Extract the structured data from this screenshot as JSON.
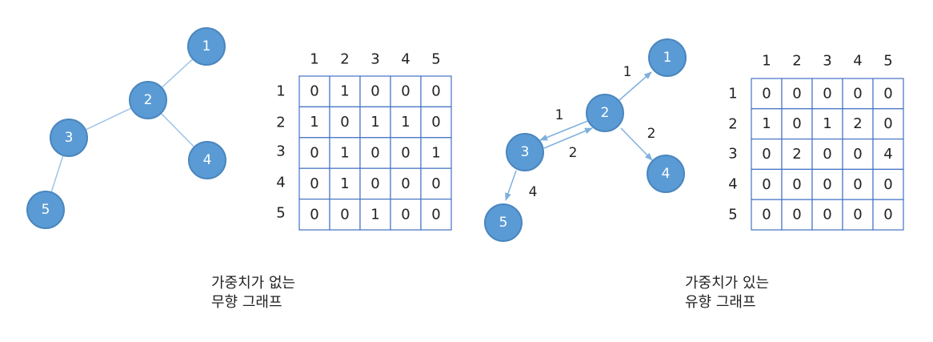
{
  "undirected": {
    "nodes": [
      "1",
      "2",
      "3",
      "4",
      "5"
    ],
    "edges": [
      [
        "1",
        "2"
      ],
      [
        "2",
        "3"
      ],
      [
        "2",
        "4"
      ],
      [
        "3",
        "5"
      ]
    ],
    "matrix": {
      "col_headers": [
        "1",
        "2",
        "3",
        "4",
        "5"
      ],
      "row_headers": [
        "1",
        "2",
        "3",
        "4",
        "5"
      ],
      "rows": [
        [
          "0",
          "1",
          "0",
          "0",
          "0"
        ],
        [
          "1",
          "0",
          "1",
          "1",
          "0"
        ],
        [
          "0",
          "1",
          "0",
          "0",
          "1"
        ],
        [
          "0",
          "1",
          "0",
          "0",
          "0"
        ],
        [
          "0",
          "0",
          "1",
          "0",
          "0"
        ]
      ]
    },
    "caption_line1": "가중치가 없는",
    "caption_line2": "무향 그래프"
  },
  "directed": {
    "nodes": [
      "1",
      "2",
      "3",
      "4",
      "5"
    ],
    "edges": [
      {
        "from": "2",
        "to": "1",
        "weight": "1"
      },
      {
        "from": "2",
        "to": "3",
        "weight": "1"
      },
      {
        "from": "3",
        "to": "2",
        "weight": "2"
      },
      {
        "from": "2",
        "to": "4",
        "weight": "2"
      },
      {
        "from": "3",
        "to": "5",
        "weight": "4"
      }
    ],
    "matrix": {
      "col_headers": [
        "1",
        "2",
        "3",
        "4",
        "5"
      ],
      "row_headers": [
        "1",
        "2",
        "3",
        "4",
        "5"
      ],
      "rows": [
        [
          "0",
          "0",
          "0",
          "0",
          "0"
        ],
        [
          "1",
          "0",
          "1",
          "2",
          "0"
        ],
        [
          "0",
          "2",
          "0",
          "0",
          "4"
        ],
        [
          "0",
          "0",
          "0",
          "0",
          "0"
        ],
        [
          "0",
          "0",
          "0",
          "0",
          "0"
        ]
      ]
    },
    "caption_line1": "가중치가 있는",
    "caption_line2": "유향 그래프"
  },
  "colors": {
    "node_fill": "#5b9bd5",
    "edge": "#9dc3e6",
    "table_border": "#4472c4"
  }
}
